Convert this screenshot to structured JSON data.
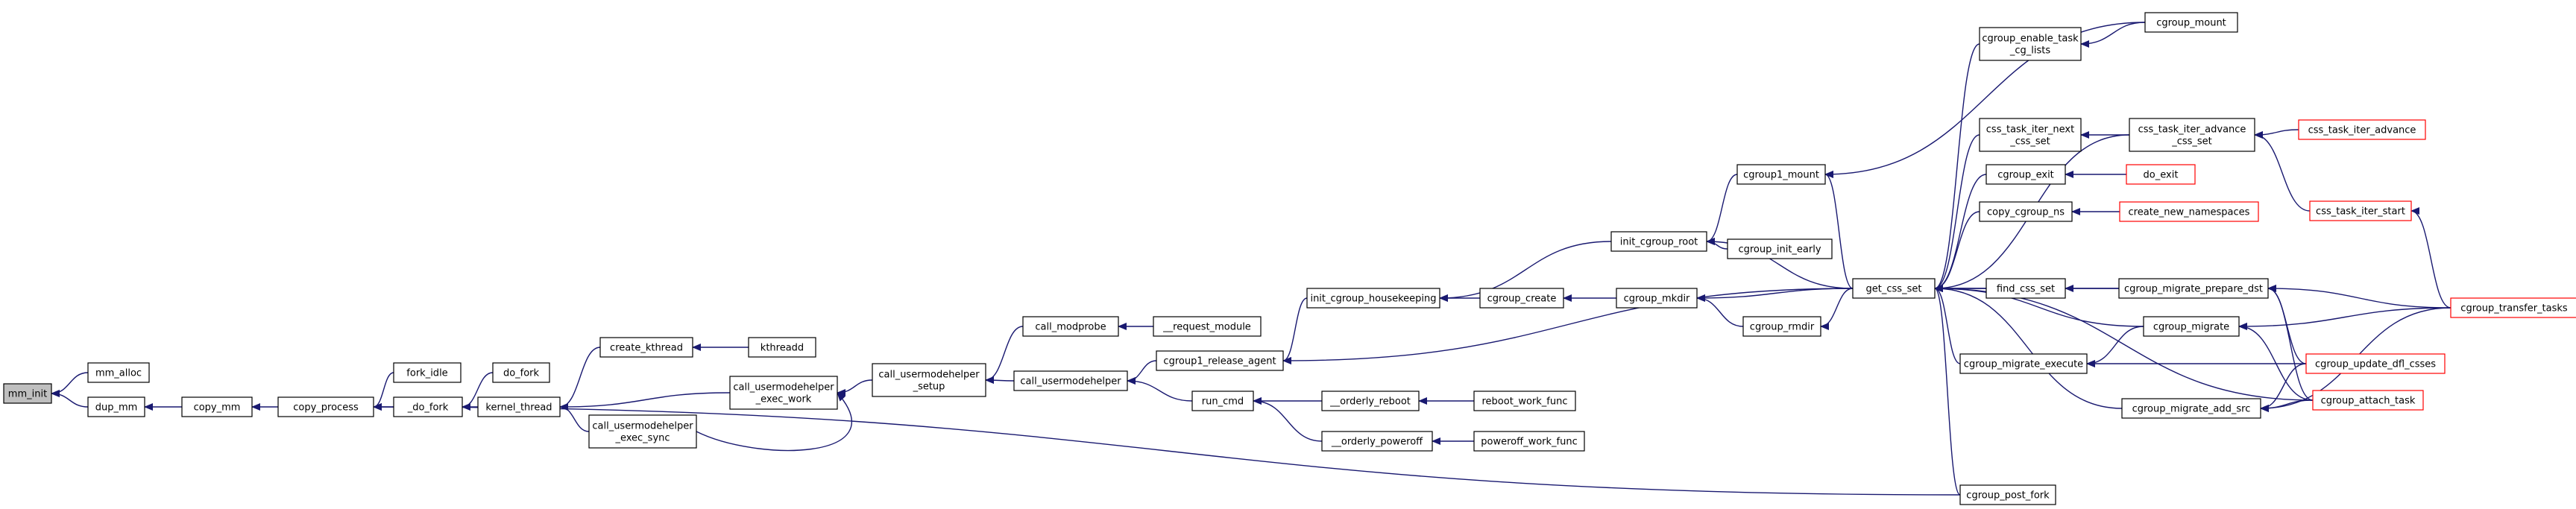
{
  "colors": {
    "edge": "#191970",
    "root_fill": "#bfbfbf",
    "node_border": "#000000",
    "truncated_border": "#ff0000",
    "node_fill": "#ffffff"
  },
  "nodes": [
    {
      "id": "mm_init",
      "lines": [
        "mm_init"
      ],
      "root": true
    },
    {
      "id": "mm_alloc",
      "lines": [
        "mm_alloc"
      ]
    },
    {
      "id": "dup_mm",
      "lines": [
        "dup_mm"
      ]
    },
    {
      "id": "copy_mm",
      "lines": [
        "copy_mm"
      ]
    },
    {
      "id": "copy_process",
      "lines": [
        "copy_process"
      ]
    },
    {
      "id": "fork_idle",
      "lines": [
        "fork_idle"
      ]
    },
    {
      "id": "_do_fork",
      "lines": [
        "_do_fork"
      ]
    },
    {
      "id": "do_fork",
      "lines": [
        "do_fork"
      ]
    },
    {
      "id": "kernel_thread",
      "lines": [
        "kernel_thread"
      ]
    },
    {
      "id": "create_kthread",
      "lines": [
        "create_kthread"
      ]
    },
    {
      "id": "kthreadd",
      "lines": [
        "kthreadd"
      ]
    },
    {
      "id": "cum_exec_work",
      "lines": [
        "call_usermodehelper",
        "_exec_work"
      ]
    },
    {
      "id": "cum_exec_sync",
      "lines": [
        "call_usermodehelper",
        "_exec_sync"
      ]
    },
    {
      "id": "cum_setup",
      "lines": [
        "call_usermodehelper",
        "_setup"
      ]
    },
    {
      "id": "call_modprobe",
      "lines": [
        "call_modprobe"
      ]
    },
    {
      "id": "request_module",
      "lines": [
        "__request_module"
      ]
    },
    {
      "id": "call_usermodehelper",
      "lines": [
        "call_usermodehelper"
      ]
    },
    {
      "id": "cgroup1_release_agent",
      "lines": [
        "cgroup1_release_agent"
      ]
    },
    {
      "id": "run_cmd",
      "lines": [
        "run_cmd"
      ]
    },
    {
      "id": "orderly_reboot",
      "lines": [
        "__orderly_reboot"
      ]
    },
    {
      "id": "reboot_work_func",
      "lines": [
        "reboot_work_func"
      ]
    },
    {
      "id": "orderly_poweroff",
      "lines": [
        "__orderly_poweroff"
      ]
    },
    {
      "id": "poweroff_work_func",
      "lines": [
        "poweroff_work_func"
      ]
    },
    {
      "id": "init_cgroup_housekeeping",
      "lines": [
        "init_cgroup_housekeeping"
      ]
    },
    {
      "id": "cgroup_create",
      "lines": [
        "cgroup_create"
      ]
    },
    {
      "id": "cgroup_mkdir",
      "lines": [
        "cgroup_mkdir"
      ]
    },
    {
      "id": "cgroup_rmdir",
      "lines": [
        "cgroup_rmdir"
      ]
    },
    {
      "id": "init_cgroup_root",
      "lines": [
        "init_cgroup_root"
      ]
    },
    {
      "id": "cgroup_init_early",
      "lines": [
        "cgroup_init_early"
      ]
    },
    {
      "id": "cgroup1_mount",
      "lines": [
        "cgroup1_mount"
      ]
    },
    {
      "id": "get_css_set",
      "lines": [
        "get_css_set"
      ]
    },
    {
      "id": "cgroup_enable_task_cg_lists",
      "lines": [
        "cgroup_enable_task",
        "_cg_lists"
      ]
    },
    {
      "id": "cgroup_mount",
      "lines": [
        "cgroup_mount"
      ]
    },
    {
      "id": "css_task_iter_next_css_set",
      "lines": [
        "css_task_iter_next",
        "_css_set"
      ]
    },
    {
      "id": "css_task_iter_advance_css_set",
      "lines": [
        "css_task_iter_advance",
        "_css_set"
      ]
    },
    {
      "id": "css_task_iter_advance",
      "lines": [
        "css_task_iter_advance"
      ],
      "truncated": true
    },
    {
      "id": "css_task_iter_start",
      "lines": [
        "css_task_iter_start"
      ],
      "truncated": true
    },
    {
      "id": "cgroup_exit",
      "lines": [
        "cgroup_exit"
      ]
    },
    {
      "id": "do_exit",
      "lines": [
        "do_exit"
      ],
      "truncated": true
    },
    {
      "id": "copy_cgroup_ns",
      "lines": [
        "copy_cgroup_ns"
      ]
    },
    {
      "id": "create_new_namespaces",
      "lines": [
        "create_new_namespaces"
      ],
      "truncated": true
    },
    {
      "id": "find_css_set",
      "lines": [
        "find_css_set"
      ]
    },
    {
      "id": "cgroup_migrate_prepare_dst",
      "lines": [
        "cgroup_migrate_prepare_dst"
      ]
    },
    {
      "id": "cgroup_transfer_tasks",
      "lines": [
        "cgroup_transfer_tasks"
      ],
      "truncated": true
    },
    {
      "id": "cgroup_migrate",
      "lines": [
        "cgroup_migrate"
      ]
    },
    {
      "id": "cgroup_migrate_execute",
      "lines": [
        "cgroup_migrate_execute"
      ]
    },
    {
      "id": "cgroup_update_dfl_csses",
      "lines": [
        "cgroup_update_dfl_csses"
      ],
      "truncated": true
    },
    {
      "id": "cgroup_migrate_add_src",
      "lines": [
        "cgroup_migrate_add_src"
      ]
    },
    {
      "id": "cgroup_attach_task",
      "lines": [
        "cgroup_attach_task"
      ],
      "truncated": true
    },
    {
      "id": "cgroup_post_fork",
      "lines": [
        "cgroup_post_fork"
      ]
    }
  ],
  "edges": [
    [
      "mm_alloc",
      "mm_init"
    ],
    [
      "dup_mm",
      "mm_init"
    ],
    [
      "copy_mm",
      "dup_mm"
    ],
    [
      "copy_process",
      "copy_mm"
    ],
    [
      "fork_idle",
      "copy_process"
    ],
    [
      "_do_fork",
      "copy_process"
    ],
    [
      "do_fork",
      "_do_fork"
    ],
    [
      "kernel_thread",
      "_do_fork"
    ],
    [
      "create_kthread",
      "kernel_thread"
    ],
    [
      "kthreadd",
      "create_kthread"
    ],
    [
      "cum_exec_work",
      "kernel_thread"
    ],
    [
      "cum_exec_sync",
      "kernel_thread"
    ],
    [
      "cum_setup",
      "cum_exec_work"
    ],
    [
      "cum_exec_sync",
      "cum_exec_work"
    ],
    [
      "call_modprobe",
      "cum_setup"
    ],
    [
      "call_usermodehelper",
      "cum_setup"
    ],
    [
      "request_module",
      "call_modprobe"
    ],
    [
      "cgroup1_release_agent",
      "call_usermodehelper"
    ],
    [
      "run_cmd",
      "call_usermodehelper"
    ],
    [
      "orderly_reboot",
      "run_cmd"
    ],
    [
      "orderly_poweroff",
      "run_cmd"
    ],
    [
      "reboot_work_func",
      "orderly_reboot"
    ],
    [
      "poweroff_work_func",
      "orderly_poweroff"
    ],
    [
      "init_cgroup_housekeeping",
      "cgroup1_release_agent"
    ],
    [
      "cgroup_create",
      "init_cgroup_housekeeping"
    ],
    [
      "init_cgroup_root",
      "init_cgroup_housekeeping"
    ],
    [
      "cgroup_mkdir",
      "cgroup_create"
    ],
    [
      "get_css_set",
      "cgroup_mkdir"
    ],
    [
      "cgroup_rmdir",
      "cgroup_mkdir"
    ],
    [
      "cgroup1_mount",
      "init_cgroup_root"
    ],
    [
      "cgroup_init_early",
      "init_cgroup_root"
    ],
    [
      "get_css_set",
      "init_cgroup_root"
    ],
    [
      "get_css_set",
      "cgroup_rmdir"
    ],
    [
      "get_css_set",
      "cgroup1_mount"
    ],
    [
      "cgroup_mount",
      "cgroup1_mount"
    ],
    [
      "get_css_set",
      "cgroup1_release_agent"
    ],
    [
      "cgroup_enable_task_cg_lists",
      "get_css_set"
    ],
    [
      "css_task_iter_next_css_set",
      "get_css_set"
    ],
    [
      "cgroup_exit",
      "get_css_set"
    ],
    [
      "copy_cgroup_ns",
      "get_css_set"
    ],
    [
      "find_css_set",
      "get_css_set"
    ],
    [
      "cgroup_migrate_prepare_dst",
      "get_css_set"
    ],
    [
      "cgroup_migrate",
      "get_css_set"
    ],
    [
      "cgroup_migrate_execute",
      "get_css_set"
    ],
    [
      "cgroup_migrate_add_src",
      "get_css_set"
    ],
    [
      "cgroup_post_fork",
      "get_css_set"
    ],
    [
      "css_task_iter_advance_css_set",
      "get_css_set"
    ],
    [
      "cgroup_attach_task",
      "get_css_set"
    ],
    [
      "cgroup_post_fork",
      "copy_process"
    ],
    [
      "cgroup_mount",
      "cgroup_enable_task_cg_lists"
    ],
    [
      "css_task_iter_advance_css_set",
      "css_task_iter_next_css_set"
    ],
    [
      "css_task_iter_advance",
      "css_task_iter_advance_css_set"
    ],
    [
      "css_task_iter_start",
      "css_task_iter_advance_css_set"
    ],
    [
      "cgroup_transfer_tasks",
      "css_task_iter_start"
    ],
    [
      "do_exit",
      "cgroup_exit"
    ],
    [
      "create_new_namespaces",
      "copy_cgroup_ns"
    ],
    [
      "cgroup_migrate_prepare_dst",
      "find_css_set"
    ],
    [
      "cgroup_transfer_tasks",
      "cgroup_migrate_prepare_dst"
    ],
    [
      "cgroup_update_dfl_csses",
      "cgroup_migrate_prepare_dst"
    ],
    [
      "cgroup_attach_task",
      "cgroup_migrate_prepare_dst"
    ],
    [
      "cgroup_migrate",
      "cgroup_migrate_execute"
    ],
    [
      "cgroup_transfer_tasks",
      "cgroup_migrate"
    ],
    [
      "cgroup_attach_task",
      "cgroup_migrate"
    ],
    [
      "cgroup_update_dfl_csses",
      "cgroup_migrate_execute"
    ],
    [
      "cgroup_update_dfl_csses",
      "cgroup_migrate_add_src"
    ],
    [
      "cgroup_attach_task",
      "cgroup_migrate_add_src"
    ],
    [
      "cgroup_transfer_tasks",
      "cgroup_migrate_add_src"
    ]
  ]
}
